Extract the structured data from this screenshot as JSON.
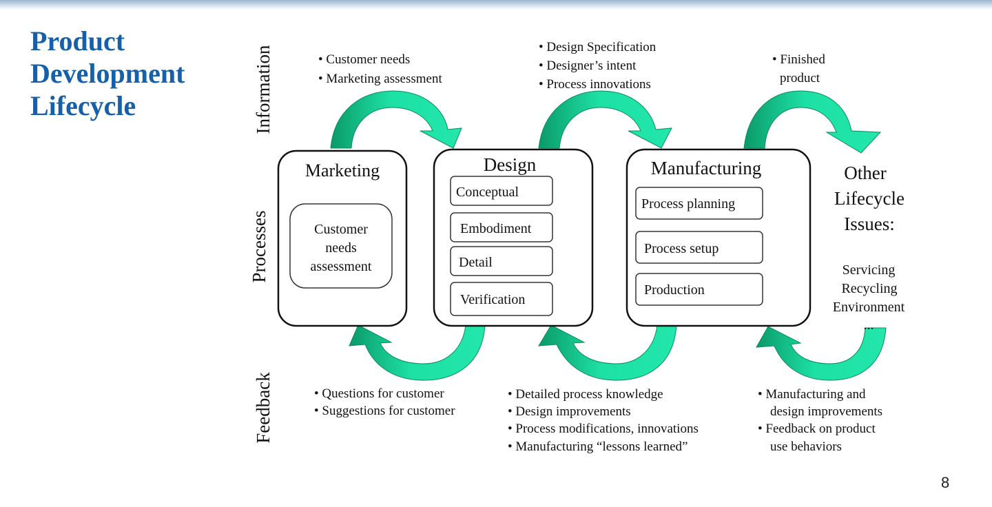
{
  "slide": {
    "title_lines": [
      "Product",
      "Development",
      "Lifecycle"
    ],
    "page_number": "8"
  },
  "diagram": {
    "row_labels": {
      "information": "Information",
      "processes": "Processes",
      "feedback": "Feedback"
    },
    "stages": {
      "marketing": {
        "title": "Marketing",
        "inner_lines": [
          "Customer",
          "needs",
          "assessment"
        ]
      },
      "design": {
        "title": "Design",
        "steps": [
          "Conceptual",
          "Embodiment",
          "Detail",
          "Verification"
        ]
      },
      "manufacturing": {
        "title": "Manufacturing",
        "steps": [
          "Process planning",
          "Process setup",
          "Production"
        ]
      },
      "other": {
        "title_lines": [
          "Other",
          "Lifecycle",
          "Issues:"
        ],
        "items": [
          "Servicing",
          "Recycling",
          "Environment",
          "..."
        ]
      }
    },
    "information_notes": {
      "marketing_to_design": [
        "• Customer needs",
        "• Marketing assessment"
      ],
      "design_to_manufacturing": [
        "• Design Specification",
        "• Designer’s intent",
        "• Process innovations"
      ],
      "manufacturing_to_other": [
        "• Finished",
        "product"
      ]
    },
    "feedback_notes": {
      "design_to_marketing": [
        "• Questions for customer",
        "• Suggestions for customer"
      ],
      "manufacturing_to_design": [
        "• Detailed process knowledge",
        "• Design improvements",
        "• Process modifications, innovations",
        "• Manufacturing “lessons learned”"
      ],
      "other_to_manufacturing": [
        "• Manufacturing and",
        "design improvements",
        "• Feedback on product",
        "use behaviors"
      ]
    },
    "colors": {
      "arrow_fill": "#1de0a4",
      "arrow_shade": "#0a9f6a",
      "title_blue": "#1560a8"
    }
  }
}
